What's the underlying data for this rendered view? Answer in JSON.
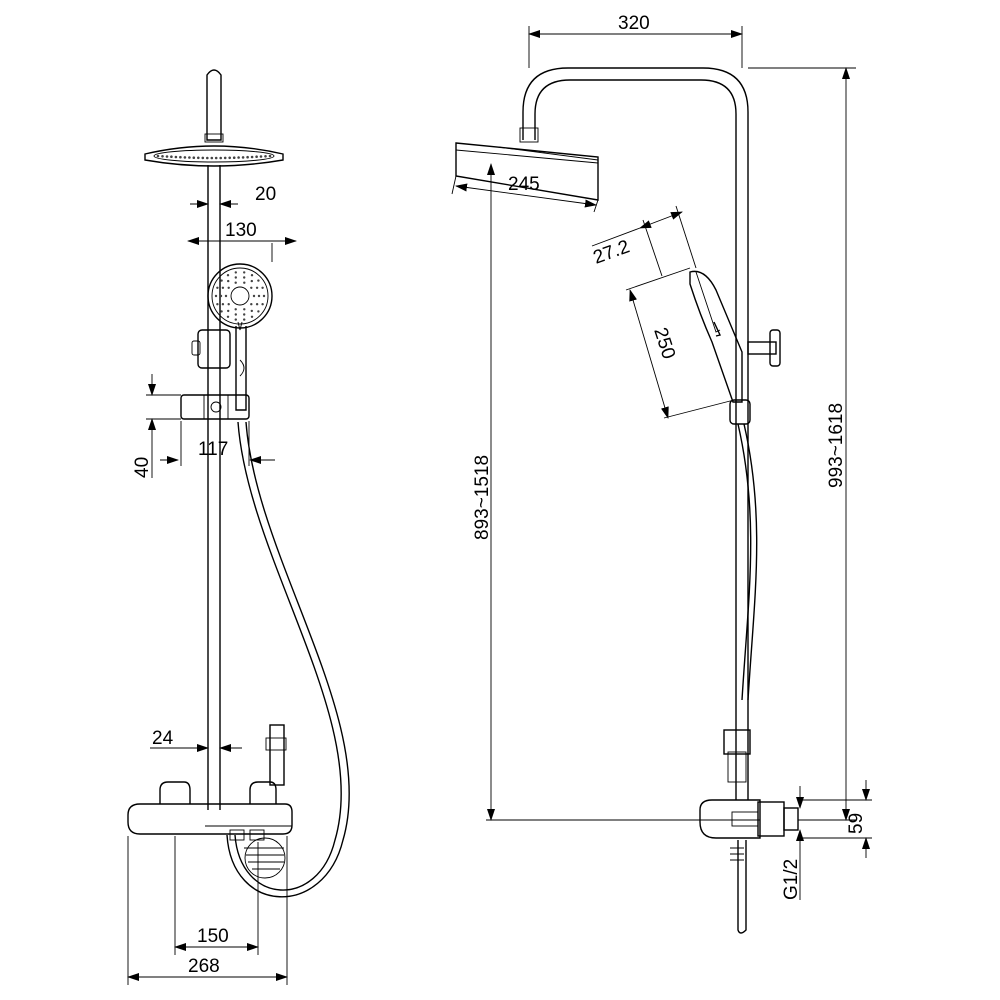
{
  "front_view": {
    "dim_headshower_arm": "20",
    "dim_handshower_diameter": "130",
    "dim_holder_offset": "117",
    "dim_holder_height": "40",
    "dim_pipe_diameter": "24",
    "dim_inlet_spacing": "150",
    "dim_mixer_width": "268"
  },
  "side_view": {
    "dim_arm_reach": "320",
    "dim_headshower_diameter": "245",
    "dim_handshower_head": "27.2",
    "dim_handshower_length": "250",
    "dim_total_height": "993~1618",
    "dim_headshower_height": "893~1518",
    "dim_outlet_height": "59",
    "dim_thread": "G1/2"
  }
}
